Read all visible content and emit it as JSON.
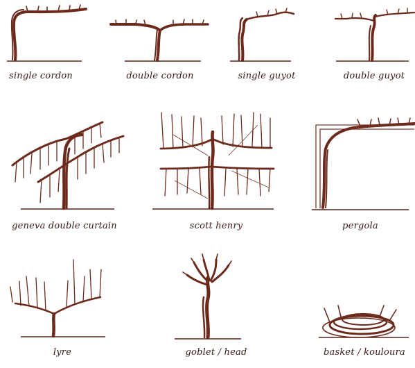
{
  "figure": {
    "items": [
      {
        "label": "single cordon"
      },
      {
        "label": "double cordon"
      },
      {
        "label": "single guyot"
      },
      {
        "label": "double guyot"
      },
      {
        "label": "geneva double curtain"
      },
      {
        "label": "scott henry"
      },
      {
        "label": "pergola"
      },
      {
        "label": "lyre"
      },
      {
        "label": "goblet / head"
      },
      {
        "label": "basket / kouloura"
      }
    ]
  },
  "colors": {
    "ink": "#6b2a1c",
    "background": "#ffffff"
  }
}
